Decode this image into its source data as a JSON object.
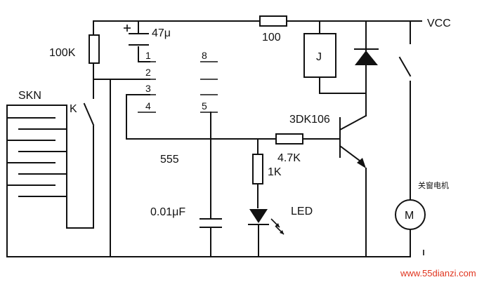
{
  "labels": {
    "vcc": "VCC",
    "r_top": "100",
    "cap_top": "47μ",
    "r_left": "100K",
    "skn": "SKN",
    "switch_k": "K",
    "relay_j": "J",
    "transistor": "3DK106",
    "r_base": "4.7K",
    "r_led": "1K",
    "ic": "555",
    "cap_bottom": "0.01μF",
    "led": "LED",
    "motor_label": "关窗电机",
    "motor": "M",
    "watermark": "www.55dianzi.com"
  },
  "ic_pins": [
    "1",
    "2",
    "3",
    "4",
    "8",
    "5"
  ]
}
